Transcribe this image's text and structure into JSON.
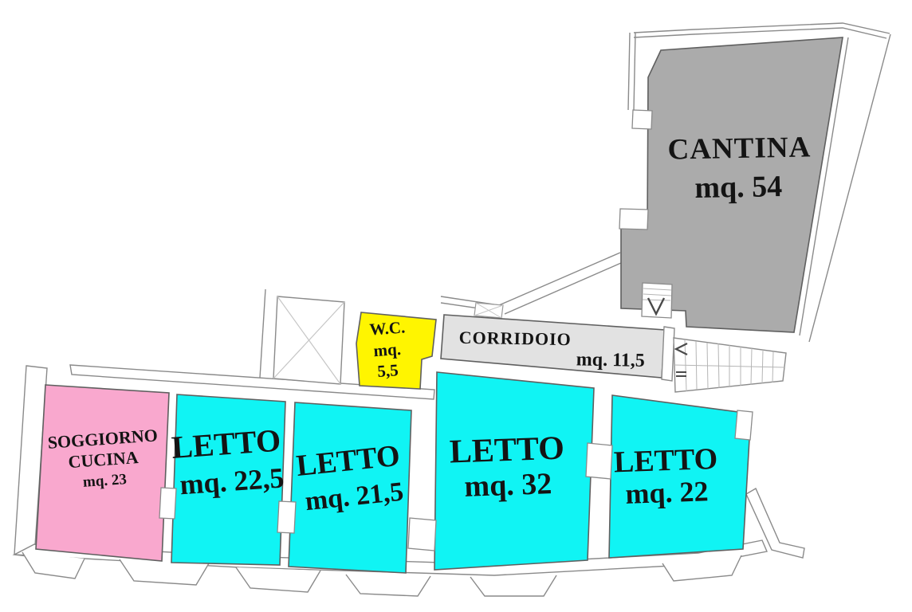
{
  "plan": {
    "background": "#FFFFFF",
    "wall_stroke": "#8A8A8A",
    "room_stroke": "#5F5F5F",
    "stair_line": "#B5B5B5",
    "arrow_color": "#4A4A4A",
    "text_color": "#141414"
  },
  "rooms": {
    "cantina": {
      "name": "CANTINA",
      "area": "mq. 54",
      "color": "#ABABAB"
    },
    "corridoio": {
      "name": "CORRIDOIO",
      "area": "mq. 11,5",
      "color": "#E2E2E2"
    },
    "wc": {
      "name": "W.C.",
      "area_line1": "mq.",
      "area_line2": "5,5",
      "color": "#FFF500"
    },
    "soggiorno": {
      "name_line1": "SOGGIORNO",
      "name_line2": "CUCINA",
      "area": "mq. 23",
      "color": "#F9A8CE"
    },
    "letto_1": {
      "name": "LETTO",
      "area": "mq. 22,5",
      "color": "#10F4F4"
    },
    "letto_2": {
      "name": "LETTO",
      "area": "mq. 21,5",
      "color": "#10F4F4"
    },
    "letto_3": {
      "name": "LETTO",
      "area": "mq. 32",
      "color": "#10F4F4"
    },
    "letto_4": {
      "name": "LETTO",
      "area": "mq. 22",
      "color": "#10F4F4"
    }
  }
}
